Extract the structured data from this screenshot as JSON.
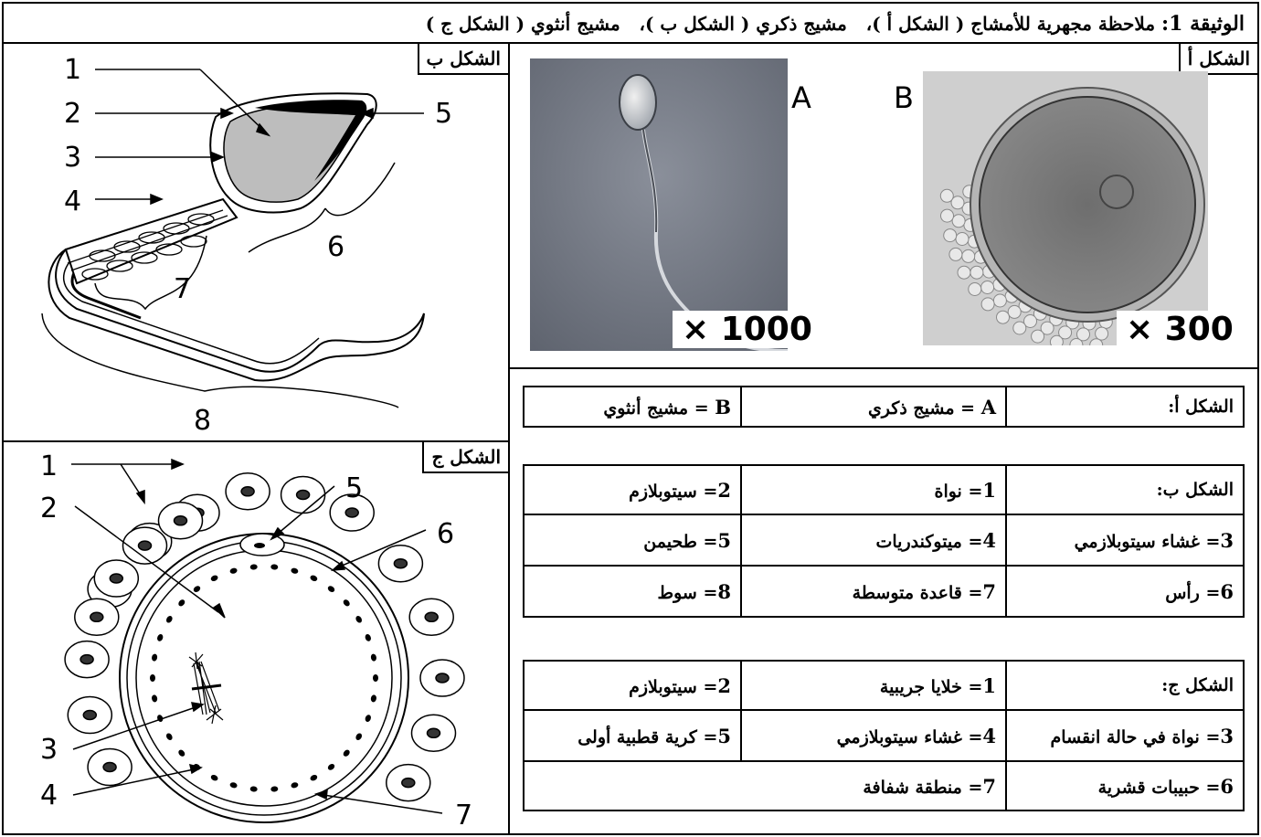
{
  "document_title": {
    "label": "الوثيقة 1:",
    "text": "ملاحظة مجهرية للأمشاج ( الشكل أ )،   مشيج ذكري ( الشكل ب )،   مشيج أنثوي ( الشكل ج )"
  },
  "figure_b": {
    "tag": "الشكل ب",
    "labels": [
      "1",
      "2",
      "3",
      "4",
      "5",
      "6",
      "7",
      "8"
    ]
  },
  "figure_j": {
    "tag": "الشكل ج",
    "labels": [
      "1",
      "2",
      "3",
      "4",
      "5",
      "6",
      "7"
    ]
  },
  "figure_a": {
    "tag": "الشكل أ",
    "photo_a": {
      "letter": "A",
      "magnification": "× 1000"
    },
    "photo_b": {
      "letter": "B",
      "magnification": "× 300"
    }
  },
  "legend": {
    "fig_a": {
      "header": "الشكل أ:",
      "items": [
        {
          "key": "A",
          "text": " = مشيج ذكري"
        },
        {
          "key": "B",
          "text": " = مشيج أنثوي"
        }
      ]
    },
    "fig_b": {
      "header": "الشكل ب:",
      "items": [
        {
          "key": "1",
          "text": "= نواة"
        },
        {
          "key": "2",
          "text": "= سيتوبلازم"
        },
        {
          "key": "3",
          "text": "= غشاء سيتوبلازمي"
        },
        {
          "key": "4",
          "text": "= ميتوكندريات"
        },
        {
          "key": "5",
          "text": "= طحيمن"
        },
        {
          "key": "6",
          "text": "= رأس"
        },
        {
          "key": "7",
          "text": "= قاعدة متوسطة"
        },
        {
          "key": "8",
          "text": "= سوط"
        }
      ]
    },
    "fig_j": {
      "header": "الشكل ج:",
      "items": [
        {
          "key": "1",
          "text": "= خلايا جريبية"
        },
        {
          "key": "2",
          "text": "= سيتوبلازم"
        },
        {
          "key": "3",
          "text": "= نواة في حالة انقسام"
        },
        {
          "key": "4",
          "text": "= غشاء سيتوبلازمي"
        },
        {
          "key": "5",
          "text": "= كرية قطبية أولى"
        },
        {
          "key": "6",
          "text": "= حبيبات قشرية"
        },
        {
          "key": "7",
          "text": "= منطقة شفافة"
        }
      ]
    }
  }
}
